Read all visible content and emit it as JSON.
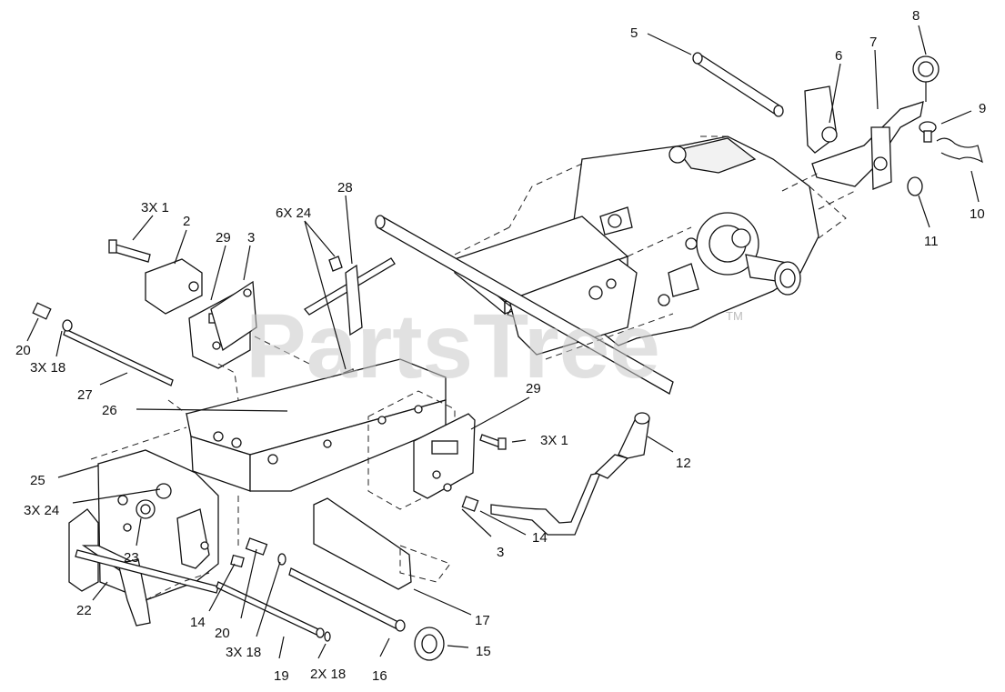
{
  "diagram": {
    "watermark": "PartsTree",
    "trademark": "TM",
    "callouts": {
      "c5": "5",
      "c6": "6",
      "c7": "7",
      "c8": "8",
      "c9": "9",
      "c10": "10",
      "c11": "11",
      "c3x1_top": "3X 1",
      "c2": "2",
      "c29_top": "29",
      "c3_top": "3",
      "c6x24": "6X 24",
      "c28": "28",
      "c20_left": "20",
      "c3x18_left": "3X 18",
      "c27": "27",
      "c26": "26",
      "c29_right": "29",
      "c3x1_right": "3X 1",
      "c12": "12",
      "c25": "25",
      "c3x24": "3X 24",
      "c23": "23",
      "c22": "22",
      "c14_right": "14",
      "c3_bottom": "3",
      "c17": "17",
      "c14_bottom": "14",
      "c20_bottom": "20",
      "c3x18_bottom": "3X 18",
      "c19": "19",
      "c2x18": "2X 18",
      "c16": "16",
      "c15": "15"
    }
  }
}
